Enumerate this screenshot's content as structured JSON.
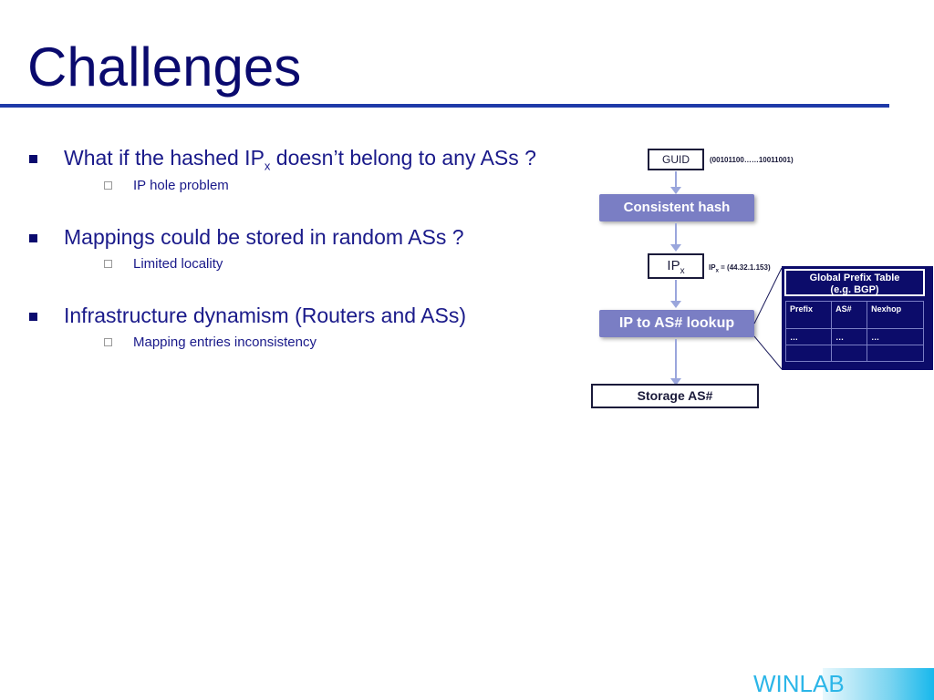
{
  "slide": {
    "title": "Challenges"
  },
  "bullets": [
    {
      "text_before": "What if the hashed IP",
      "sub": "x",
      "text_after": " doesn’t belong to any ASs ?",
      "subitem": "IP hole problem"
    },
    {
      "text": "Mappings could be stored in random ASs ?",
      "subitem": "Limited locality"
    },
    {
      "text": "Infrastructure dynamism (Routers and ASs)",
      "subitem": "Mapping entries inconsistency"
    }
  ],
  "diagram": {
    "guid_label": "GUID",
    "guid_value": "(00101100……10011001)",
    "hash_label": "Consistent hash",
    "ipx_label": "IP",
    "ipx_sub": "x",
    "ipx_note_prefix": "IP",
    "ipx_note_sub": "x",
    "ipx_note_value": " = (44.32.1.153)",
    "lookup_label": "IP to AS# lookup",
    "storage_label": "Storage AS#",
    "table": {
      "title_line1": "Global Prefix Table",
      "title_line2": "(e.g. BGP)",
      "columns": [
        "Prefix",
        "AS#",
        "Nexhop"
      ],
      "row1": [
        "…",
        "…",
        "…"
      ],
      "row2": [
        "",
        "",
        ""
      ]
    }
  },
  "footer": {
    "brand": "WINLAB"
  },
  "colors": {
    "title": "#0a0a6e",
    "rule": "#1f3aa8",
    "node_fill": "#7a7ec4",
    "table_bg": "#0c0c6a",
    "arrow": "#9aa6dc",
    "brand": "#2cb6e8"
  }
}
